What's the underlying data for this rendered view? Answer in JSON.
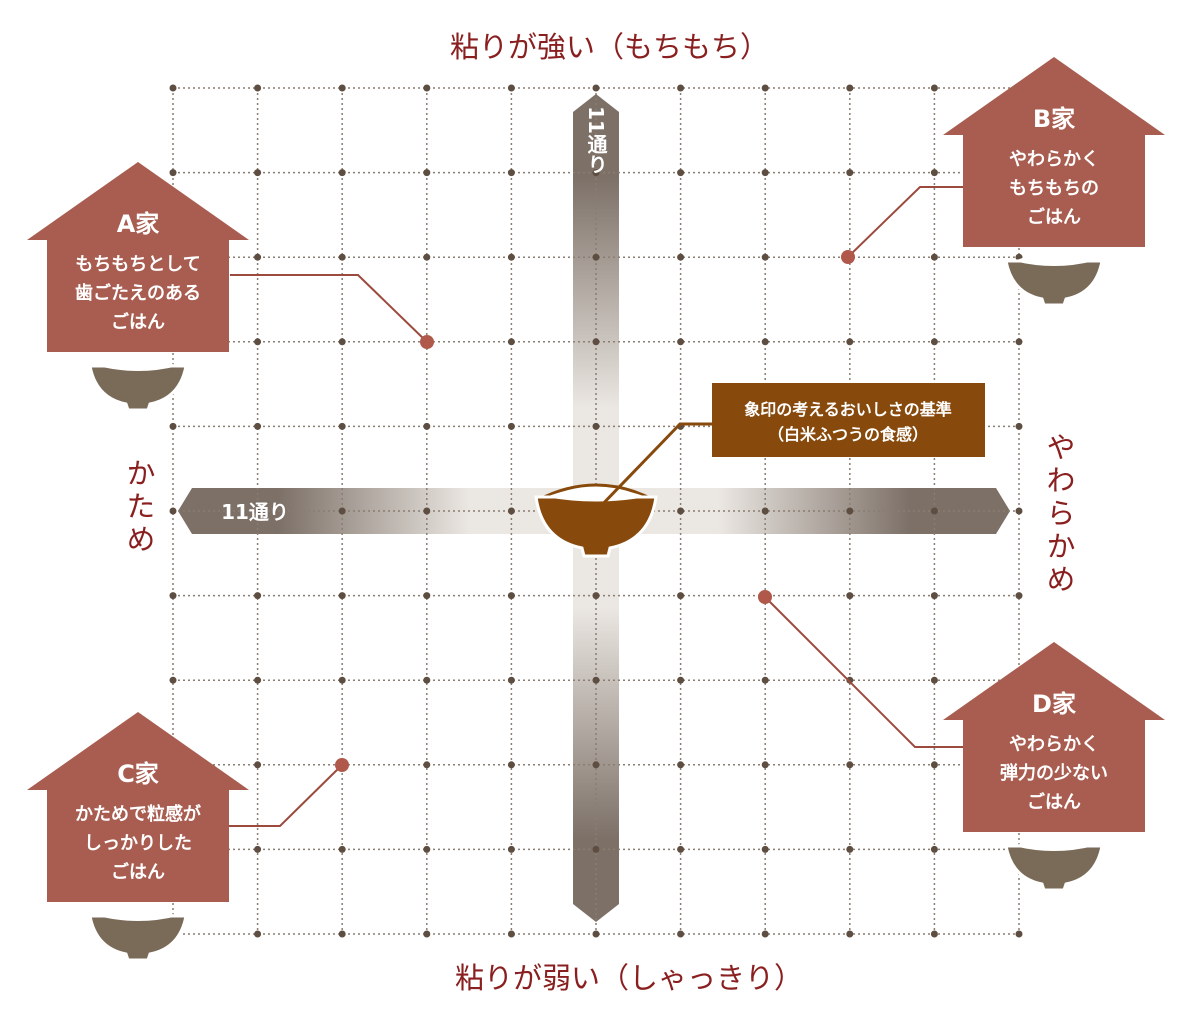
{
  "axes": {
    "top": "粘りが強い（もちもち）",
    "bottom": "粘りが弱い（しゃっきり）",
    "left": "かため",
    "right": "やわらかめ",
    "vertical_arrow_label": "11通り",
    "horizontal_arrow_label": "11通り"
  },
  "center": {
    "line1": "象印の考えるおいしさの基準",
    "line2": "（白米ふつうの食感）"
  },
  "houses": [
    {
      "name": "A家",
      "lines": [
        "もちもちとして",
        "歯ごたえのある",
        "ごはん"
      ]
    },
    {
      "name": "B家",
      "lines": [
        "やわらかく",
        "もちもちの",
        "ごはん"
      ]
    },
    {
      "name": "C家",
      "lines": [
        "かためで粒感が",
        "しっかりした",
        "ごはん"
      ]
    },
    {
      "name": "D家",
      "lines": [
        "やわらかく",
        "弾力の少ない",
        "ごはん"
      ]
    }
  ],
  "colors": {
    "house": "#a85d50",
    "bowl": "#7a6a58",
    "center": "#874a0c",
    "title": "#8a1f1f",
    "grid": "#5e4e42"
  }
}
